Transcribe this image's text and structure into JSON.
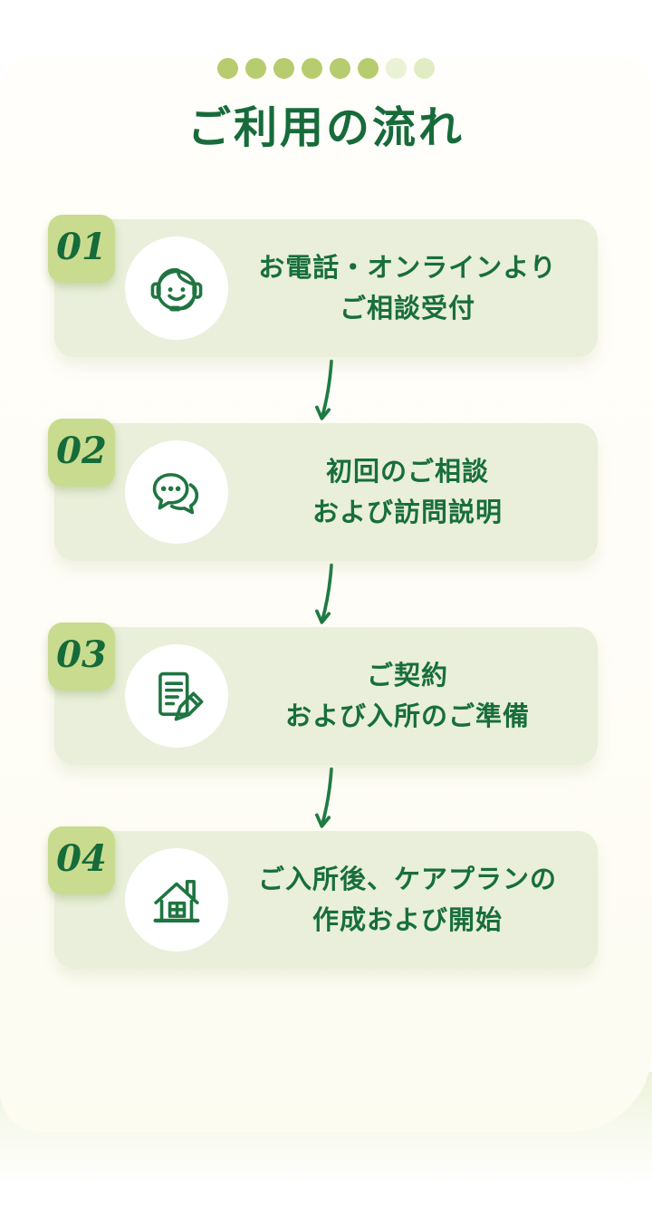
{
  "header": {
    "title": "ご利用の流れ",
    "dots": {
      "count": 8,
      "main_color": "#b7cc6e",
      "fade_colors": [
        "#eaf1d5",
        "#e2ecc4"
      ]
    }
  },
  "steps": [
    {
      "number": "01",
      "icon": "support-operator-icon",
      "line1": "お電話・オンラインより",
      "line2": "ご相談受付"
    },
    {
      "number": "02",
      "icon": "chat-bubbles-icon",
      "line1": "初回のご相談",
      "line2": "および訪問説明"
    },
    {
      "number": "03",
      "icon": "contract-pencil-icon",
      "line1": "ご契約",
      "line2": "および入所のご準備"
    },
    {
      "number": "04",
      "icon": "house-icon",
      "line1": "ご入所後、ケアプランの",
      "line2": "作成および開始"
    }
  ],
  "colors": {
    "title_green": "#176b3a",
    "text_green": "#186e3d",
    "icon_green": "#1f7540",
    "arrow_green": "#1e7b43",
    "card_bg": "#e9efda",
    "badge_bg": "#c9db8f",
    "icon_circle_bg": "#ffffff",
    "sheet_bg": "#fffdf7",
    "bottom_band": "#ecf2da"
  }
}
